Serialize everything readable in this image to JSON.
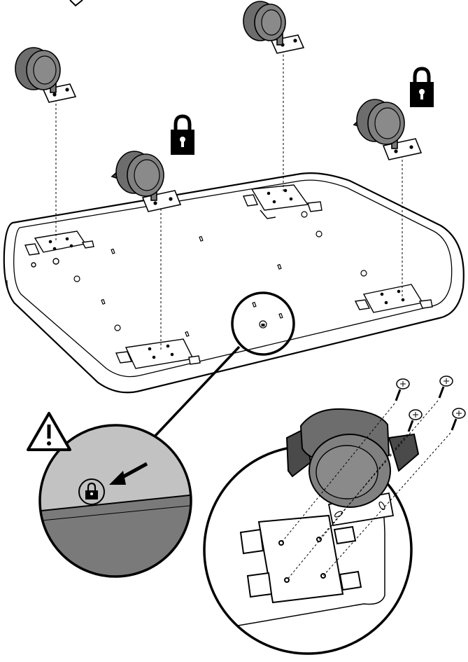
{
  "diagram": {
    "caster_count": 4,
    "locking_caster_count": 2,
    "screws_per_caster": 4,
    "lock_symbol": "padlock-icon",
    "warning_symbol": "warning-triangle-icon",
    "detail_arrow": "arrow-pointing-to-lock-mark",
    "colors": {
      "caster_body": "#6d6d6d",
      "caster_dark": "#4a4a4a",
      "zoom_fill": "#c2c2c2",
      "zoom_dark": "#7a7a7a",
      "outline": "#000000",
      "lock_fill": "#000000"
    }
  }
}
